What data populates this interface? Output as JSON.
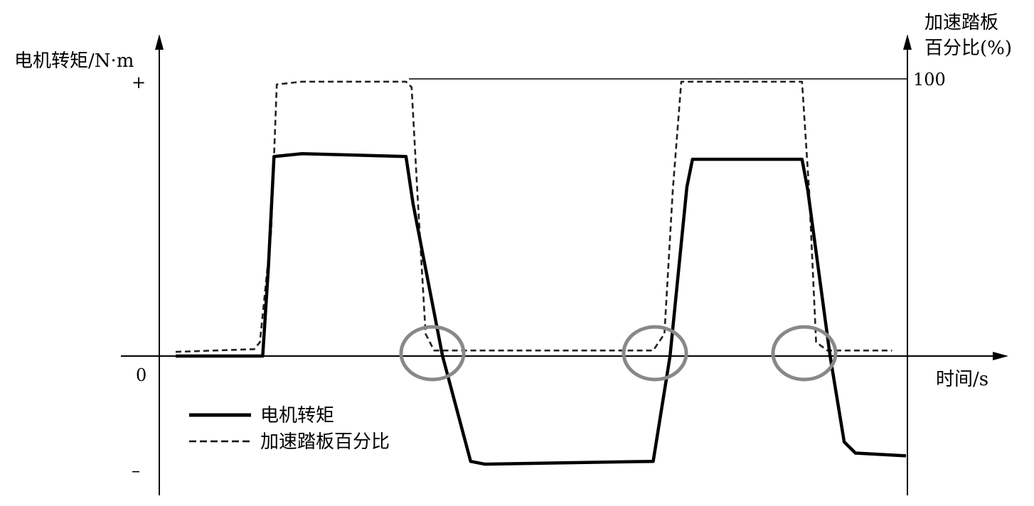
{
  "chart_data": {
    "type": "line",
    "title": "",
    "xlabel": "时间/s",
    "ylabel_left": "电机转矩/N·m",
    "ylabel_right_line1": "加速踏板",
    "ylabel_right_line2": "百分比(%)",
    "left_ticks": {
      "plus": "+",
      "zero": "0",
      "minus": "–"
    },
    "right_ticks": {
      "top": "100"
    },
    "right_ylim": [
      0,
      100
    ],
    "left_ylim": [
      -1,
      1
    ],
    "legend_placement": "bottom-left",
    "series": [
      {
        "name": "电机转矩",
        "style": "solid",
        "points": [
          [
            0.0,
            0.0
          ],
          [
            3.1,
            0.0
          ],
          [
            3.3,
            0.32
          ],
          [
            3.5,
            0.72
          ],
          [
            4.5,
            0.73
          ],
          [
            8.2,
            0.72
          ],
          [
            8.45,
            0.55
          ],
          [
            9.5,
            0.0
          ],
          [
            10.5,
            -0.38
          ],
          [
            11.0,
            -0.39
          ],
          [
            17.0,
            -0.38
          ],
          [
            17.6,
            0.0
          ],
          [
            18.2,
            0.61
          ],
          [
            18.4,
            0.71
          ],
          [
            22.3,
            0.71
          ],
          [
            22.5,
            0.6
          ],
          [
            23.3,
            0.0
          ],
          [
            23.8,
            -0.31
          ],
          [
            24.2,
            -0.35
          ],
          [
            26.0,
            -0.36
          ]
        ]
      },
      {
        "name": "加速踏板百分比",
        "style": "dashed",
        "points": [
          [
            0.0,
            1.5
          ],
          [
            2.8,
            2.5
          ],
          [
            3.0,
            5.0
          ],
          [
            3.4,
            45.0
          ],
          [
            3.6,
            98.0
          ],
          [
            4.5,
            99.0
          ],
          [
            8.2,
            99.0
          ],
          [
            8.4,
            97.0
          ],
          [
            8.6,
            60.0
          ],
          [
            8.9,
            8.0
          ],
          [
            9.2,
            2.0
          ],
          [
            17.0,
            2.0
          ],
          [
            17.4,
            8.0
          ],
          [
            17.7,
            60.0
          ],
          [
            18.0,
            99.0
          ],
          [
            22.3,
            99.0
          ],
          [
            22.55,
            60.0
          ],
          [
            22.8,
            5.0
          ],
          [
            23.2,
            2.0
          ],
          [
            25.5,
            2.0
          ]
        ]
      }
    ]
  }
}
